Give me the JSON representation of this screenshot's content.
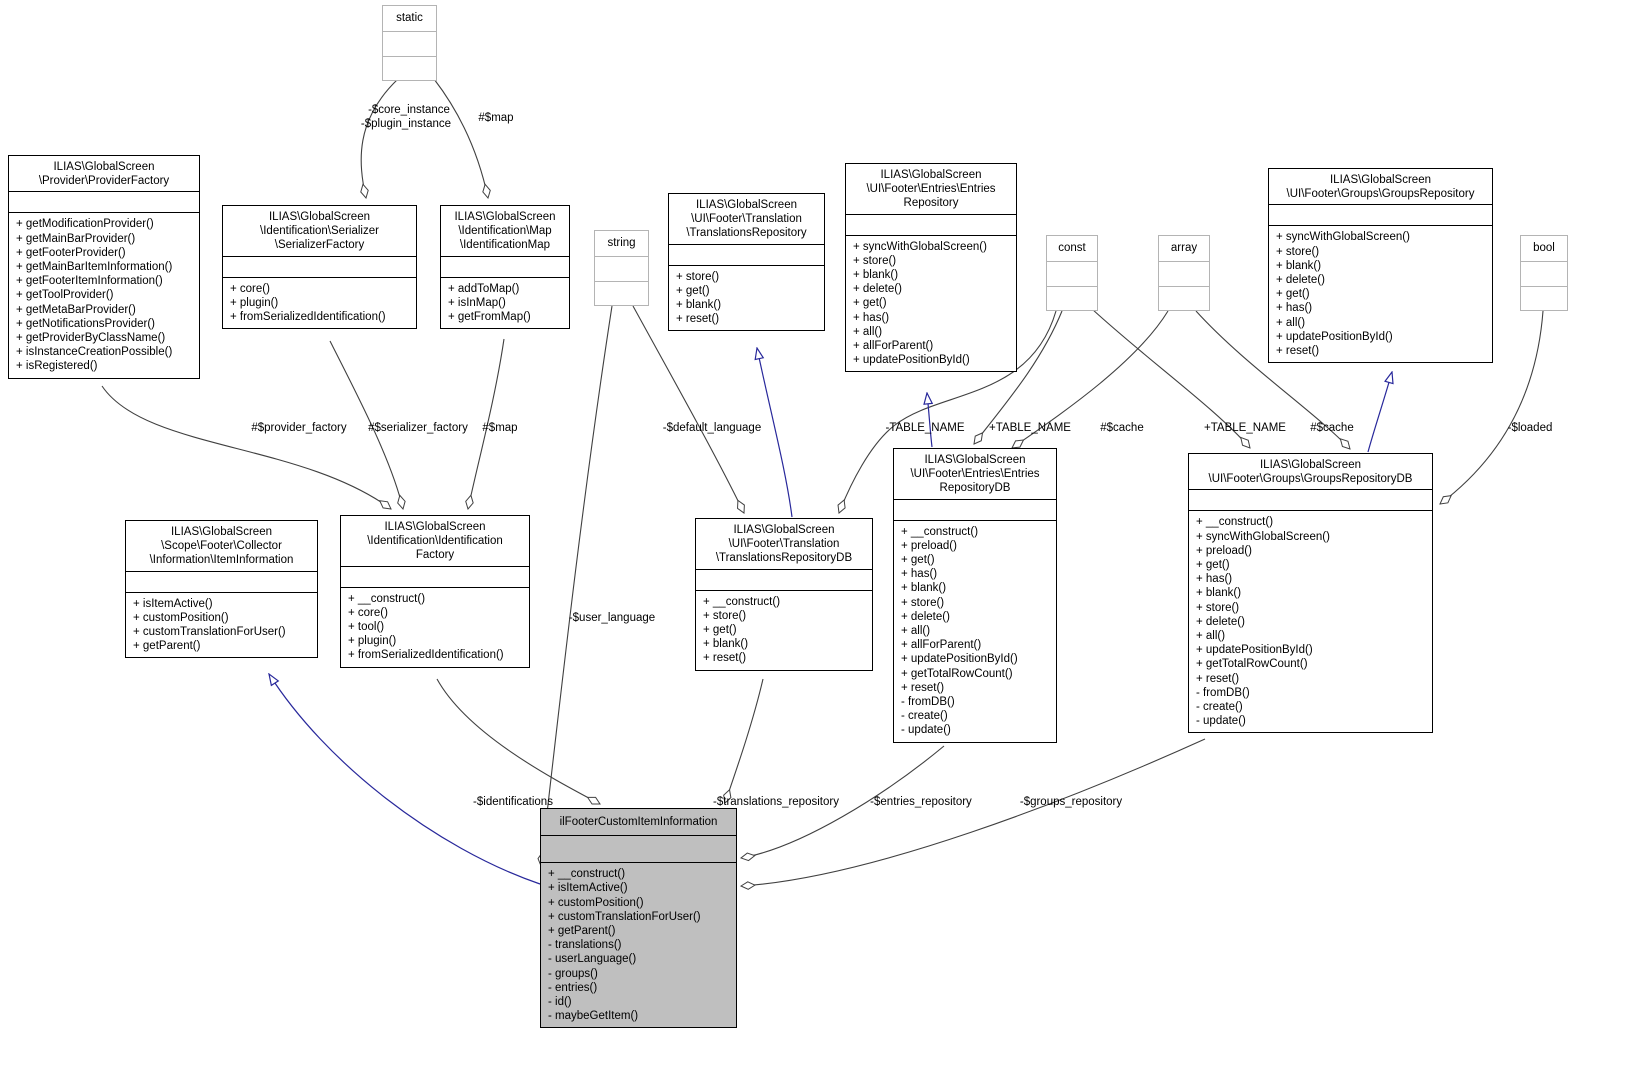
{
  "diagram_type": "uml-collaboration-diagram",
  "colors": {
    "inheritance_edge": "#28289b",
    "aggregation_edge": "#404040",
    "focal_class_fill": "#bfbfbf",
    "class_border": "#000000",
    "primitive_border": "#b4b4b4",
    "background": "#ffffff"
  },
  "classes": {
    "provider_factory": {
      "title": "ILIAS\\GlobalScreen\n\\Provider\\ProviderFactory",
      "methods": [
        "+ getModificationProvider()",
        "+ getMainBarProvider()",
        "+ getFooterProvider()",
        "+ getMainBarItemInformation()",
        "+ getFooterItemInformation()",
        "+ getToolProvider()",
        "+ getMetaBarProvider()",
        "+ getNotificationsProvider()",
        "+ getProviderByClassName()",
        "+ isInstanceCreationPossible()",
        "+ isRegistered()"
      ]
    },
    "serializer_factory": {
      "title": "ILIAS\\GlobalScreen\n\\Identification\\Serializer\n\\SerializerFactory",
      "methods": [
        "+ core()",
        "+ plugin()",
        "+ fromSerializedIdentification()"
      ]
    },
    "identification_map": {
      "title": "ILIAS\\GlobalScreen\n\\Identification\\Map\n\\IdentificationMap",
      "methods": [
        "+ addToMap()",
        "+ isInMap()",
        "+ getFromMap()"
      ]
    },
    "translations_repository": {
      "title": "ILIAS\\GlobalScreen\n\\UI\\Footer\\Translation\n\\TranslationsRepository",
      "methods": [
        "+ store()",
        "+ get()",
        "+ blank()",
        "+ reset()"
      ]
    },
    "entries_repository": {
      "title": "ILIAS\\GlobalScreen\n\\UI\\Footer\\Entries\\Entries\nRepository",
      "methods": [
        "+ syncWithGlobalScreen()",
        "+ store()",
        "+ blank()",
        "+ delete()",
        "+ get()",
        "+ has()",
        "+ all()",
        "+ allForParent()",
        "+ updatePositionById()"
      ]
    },
    "groups_repository": {
      "title": "ILIAS\\GlobalScreen\n\\UI\\Footer\\Groups\\GroupsRepository",
      "methods": [
        "+ syncWithGlobalScreen()",
        "+ store()",
        "+ blank()",
        "+ delete()",
        "+ get()",
        "+ has()",
        "+ all()",
        "+ updatePositionById()",
        "+ reset()"
      ]
    },
    "item_information": {
      "title": "ILIAS\\GlobalScreen\n\\Scope\\Footer\\Collector\n\\Information\\ItemInformation",
      "methods": [
        "+ isItemActive()",
        "+ customPosition()",
        "+ customTranslationForUser()",
        "+ getParent()"
      ]
    },
    "identification_factory": {
      "title": "ILIAS\\GlobalScreen\n\\Identification\\Identification\nFactory",
      "methods": [
        "+ __construct()",
        "+ core()",
        "+ tool()",
        "+ plugin()",
        "+ fromSerializedIdentification()"
      ]
    },
    "translations_repository_db": {
      "title": "ILIAS\\GlobalScreen\n\\UI\\Footer\\Translation\n\\TranslationsRepositoryDB",
      "methods": [
        "+ __construct()",
        "+ store()",
        "+ get()",
        "+ blank()",
        "+ reset()"
      ]
    },
    "entries_repository_db": {
      "title": "ILIAS\\GlobalScreen\n\\UI\\Footer\\Entries\\Entries\nRepositoryDB",
      "methods": [
        "+ __construct()",
        "+ preload()",
        "+ get()",
        "+ has()",
        "+ blank()",
        "+ store()",
        "+ delete()",
        "+ all()",
        "+ allForParent()",
        "+ updatePositionById()",
        "+ getTotalRowCount()",
        "+ reset()",
        "- fromDB()",
        "- create()",
        "- update()"
      ]
    },
    "groups_repository_db": {
      "title": "ILIAS\\GlobalScreen\n\\UI\\Footer\\Groups\\GroupsRepositoryDB",
      "methods": [
        "+ __construct()",
        "+ syncWithGlobalScreen()",
        "+ preload()",
        "+ get()",
        "+ has()",
        "+ blank()",
        "+ store()",
        "+ delete()",
        "+ all()",
        "+ updatePositionById()",
        "+ getTotalRowCount()",
        "+ reset()",
        "- fromDB()",
        "- create()",
        "- update()"
      ]
    },
    "il_footer_custom_item_information": {
      "title": "ilFooterCustomItemInformation",
      "methods": [
        "+ __construct()",
        "+ isItemActive()",
        "+ customPosition()",
        "+ customTranslationForUser()",
        "+ getParent()",
        "- translations()",
        "- userLanguage()",
        "- groups()",
        "- entries()",
        "- id()",
        "- maybeGetItem()"
      ]
    }
  },
  "primitives": {
    "static": "static",
    "string": "string",
    "const": "const",
    "array": "array",
    "bool": "bool"
  },
  "edge_labels": {
    "core_instance": "-$core_instance",
    "plugin_instance": "-$plugin_instance",
    "map_static": "#$map",
    "provider_factory": "#$provider_factory",
    "serializer_factory": "#$serializer_factory",
    "map": "#$map",
    "default_language": "-$default_language",
    "table_name_translations": "-TABLE_NAME",
    "table_name_entries": "+TABLE_NAME",
    "cache_entries": "#$cache",
    "table_name_groups": "+TABLE_NAME",
    "cache_groups": "#$cache",
    "loaded": "-$loaded",
    "user_language": "-$user_language",
    "identifications": "-$identifications",
    "translations_repository": "-$translations_repository",
    "entries_repository": "-$entries_repository",
    "groups_repository": "-$groups_repository"
  }
}
